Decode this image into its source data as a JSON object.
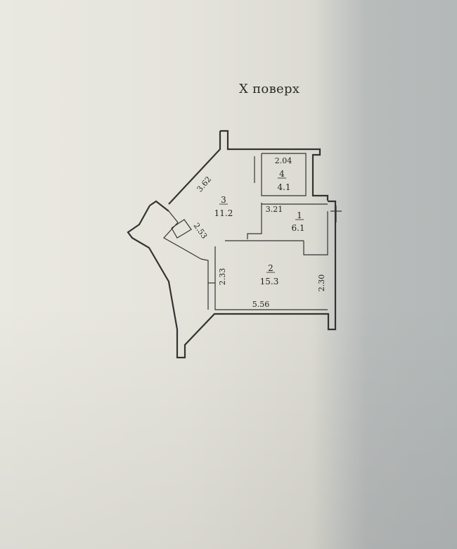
{
  "floor_label": "X поверх",
  "rooms": [
    {
      "number": "1",
      "area": "6.1"
    },
    {
      "number": "2",
      "area": "15.3"
    },
    {
      "number": "3",
      "area": "11.2"
    },
    {
      "number": "4",
      "area": "4.1"
    }
  ],
  "dimensions": {
    "room4_width": "2.04",
    "room3_diag": "3.62",
    "room1_width": "3.21",
    "balcony_diag": "2.53",
    "room2_left": "2.33",
    "room2_right": "2.30",
    "room2_bottom": "5.56"
  },
  "colors": {
    "ink": "#2a2a2a",
    "paper": "#e7e6df"
  }
}
